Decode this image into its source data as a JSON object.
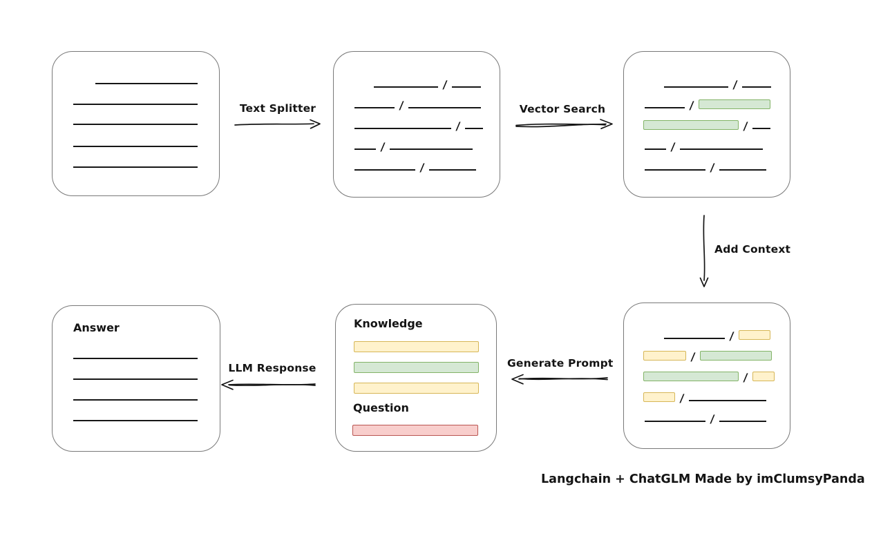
{
  "diagram": {
    "caption": "Langchain + ChatGLM Made by imClumsyPanda",
    "slash_glyph": "/",
    "arrow_labels": {
      "text_splitter": "Text Splitter",
      "vector_search": "Vector Search",
      "add_context": "Add Context",
      "generate_prompt": "Generate Prompt",
      "llm_response": "LLM Response"
    },
    "node_labels": {
      "knowledge": "Knowledge",
      "question": "Question",
      "answer": "Answer"
    },
    "colors": {
      "background": "#ffffff",
      "box_border": "#787878",
      "line": "#161616",
      "green_fill": "#d5e8d4",
      "green_border": "#82b366",
      "yellow_fill": "#fff2cc",
      "yellow_border": "#d6b656",
      "red_fill": "#f8cecc",
      "red_border": "#b85450"
    }
  }
}
